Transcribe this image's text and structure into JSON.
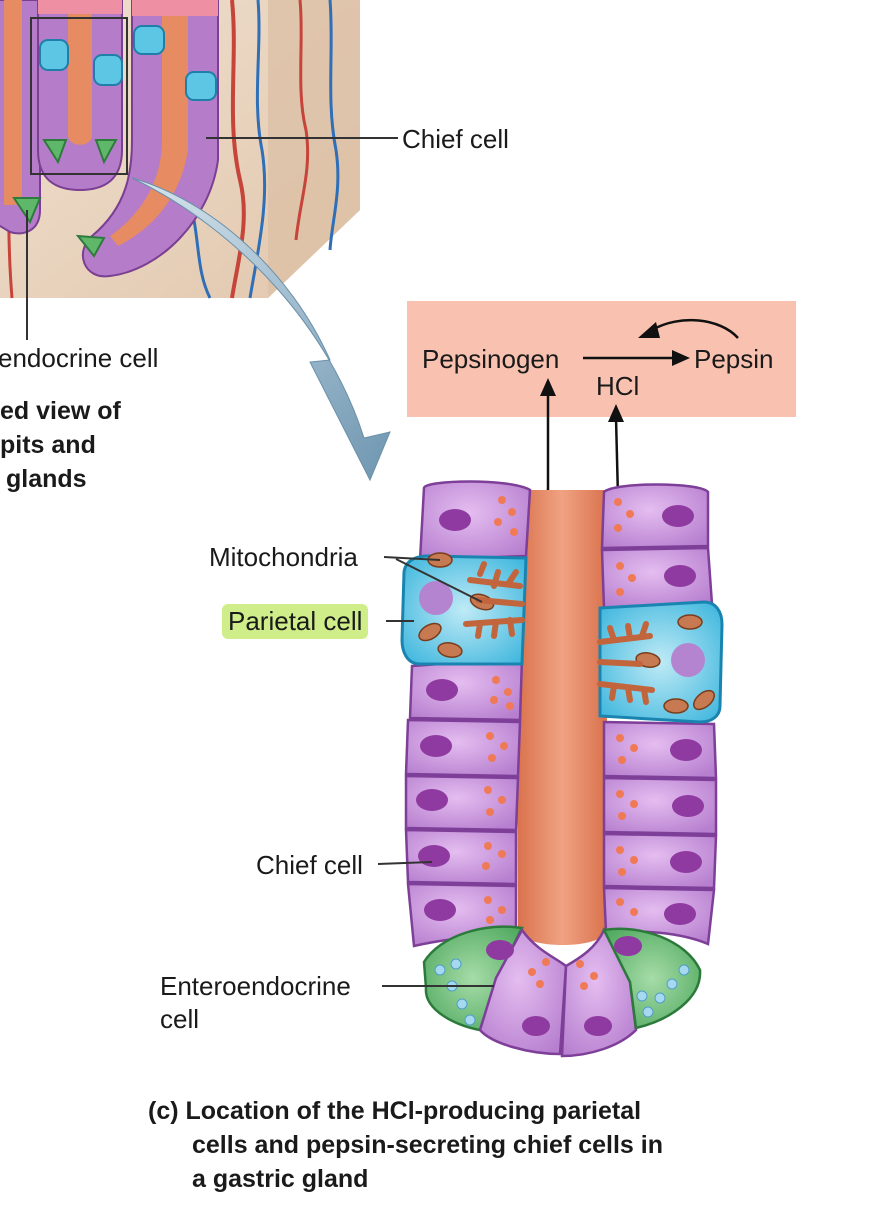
{
  "labels": {
    "chief_cell_top": "Chief cell",
    "enteroendocrine_top": "endocrine cell",
    "pits_caption_line1": "ed view of",
    "pits_caption_line2": "pits and",
    "pits_caption_line3": "glands",
    "mitochondria": "Mitochondria",
    "parietal_cell": "Parietal cell",
    "chief_cell_bottom": "Chief cell",
    "enteroendocrine_line1": "Enteroendocrine",
    "enteroendocrine_line2": "cell"
  },
  "reaction": {
    "substrate": "Pepsinogen",
    "product": "Pepsin",
    "catalyst": "HCl"
  },
  "caption": {
    "line1": "(c) Location of the HCl-producing parietal",
    "line2": "cells and pepsin-secreting chief cells in",
    "line3": "a gastric gland"
  },
  "colors": {
    "reaction_box": "#f9c2b0",
    "parietal_highlight": "#cfee8a",
    "chief_cell": "#c88fd6",
    "parietal_cell": "#4fc3e0",
    "enteroendocrine_cell": "#5fb86a",
    "lumen": "#e98a62",
    "arrow": "#8fb3c9"
  }
}
